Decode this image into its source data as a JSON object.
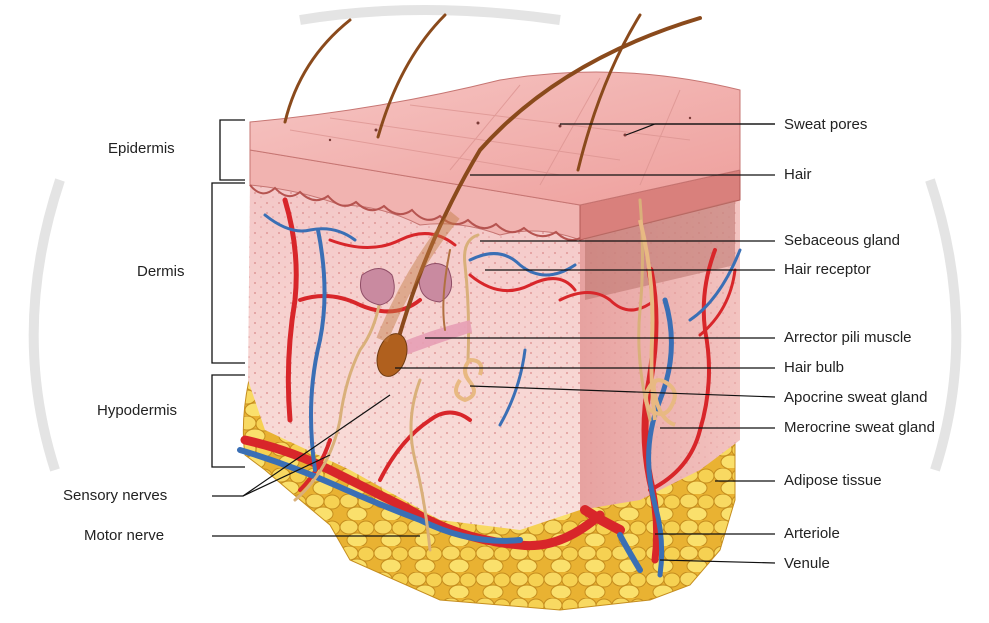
{
  "left_labels": {
    "epidermis": "Epidermis",
    "dermis": "Dermis",
    "hypodermis": "Hypodermis",
    "sensory_nerves": "Sensory nerves",
    "motor_nerve": "Motor nerve"
  },
  "right_labels": {
    "sweat_pores": "Sweat pores",
    "hair": "Hair",
    "sebaceous_gland": "Sebaceous gland",
    "hair_receptor": "Hair receptor",
    "arrector_pili_muscle": "Arrector pili muscle",
    "hair_bulb": "Hair bulb",
    "apocrine_sweat_gland": "Apocrine sweat gland",
    "merocrine_sweat_gland": "Merocrine sweat gland",
    "adipose_tissue": "Adipose tissue",
    "arteriole": "Arteriole",
    "venule": "Venule"
  },
  "colors": {
    "epidermis_top": "#f3b9b9",
    "dermis": "#f7d2d2",
    "hypodermis_fat": "#f5d052",
    "artery": "#d8262a",
    "vein": "#3a6fb5",
    "hair": "#8a4a1c",
    "leader_line": "#111111"
  }
}
